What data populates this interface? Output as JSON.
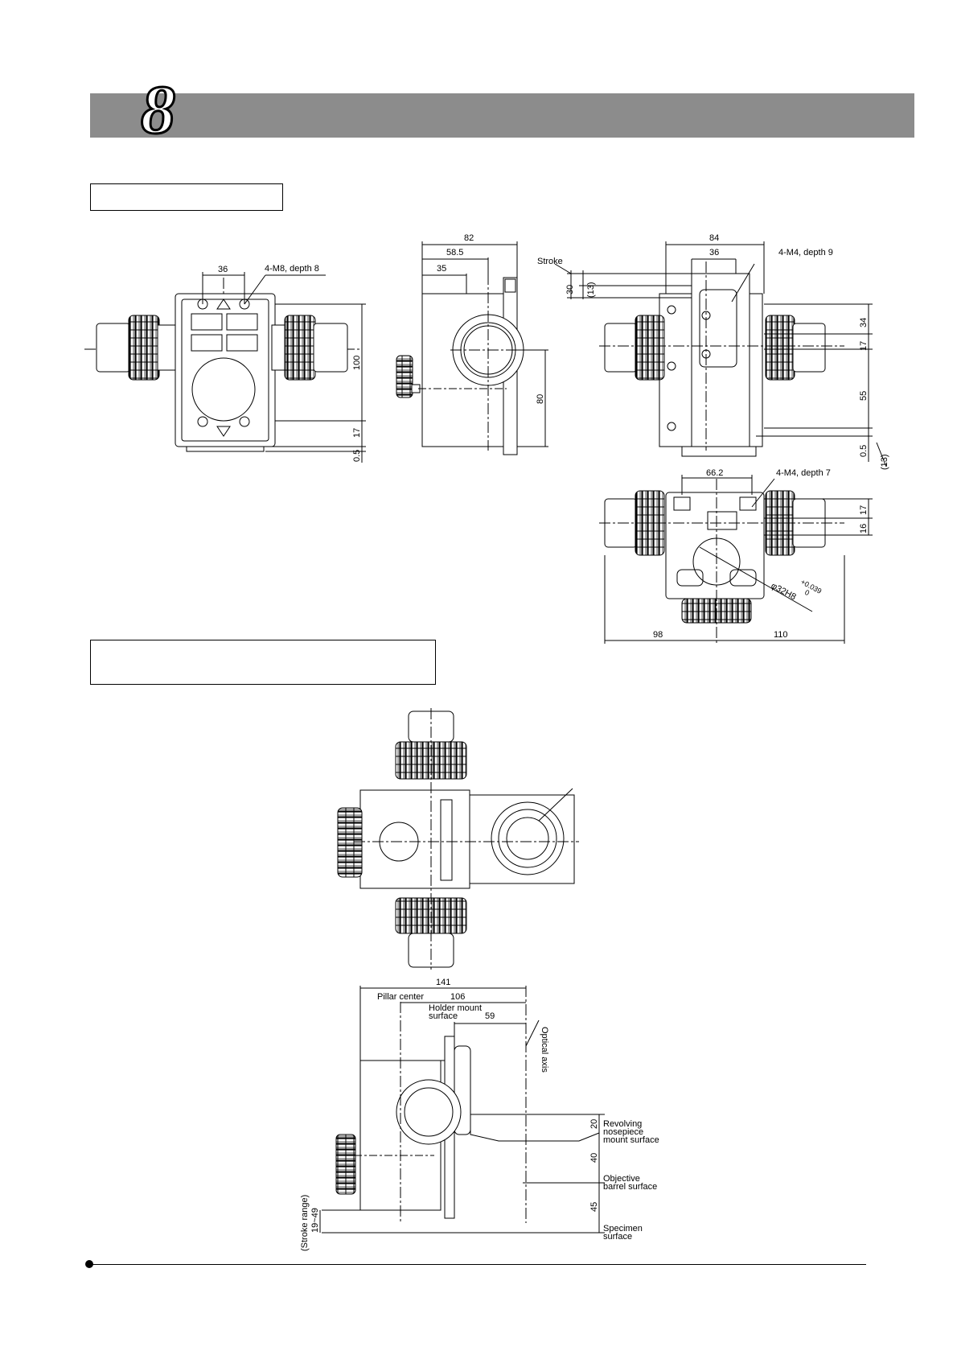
{
  "header": {
    "chapter_number": "8"
  },
  "view1": {
    "dim_top": "36",
    "hole_note": "4-M8, depth 8",
    "dim_height": "100",
    "dim_lower": "17",
    "dim_base": "0.5"
  },
  "view2": {
    "dim_overall": "82",
    "dim_mid": "58.5",
    "dim_inner": "35",
    "dim_height": "80"
  },
  "view3": {
    "dim_overall": "84",
    "dim_top": "36",
    "hole_note": "4-M4, depth 9",
    "stroke_label": "Stroke",
    "dim_stroke": "30",
    "dim_stroke_paren": "(13)",
    "dim_a": "34",
    "dim_b": "17",
    "dim_c": "55",
    "dim_d": "0.5",
    "dim_e": "(13)"
  },
  "view4": {
    "dim_top": "66.2",
    "hole_note": "4-M4, depth 7",
    "dim_a": "17",
    "dim_b": "16",
    "bore": "φ32H8",
    "tol_upper": "+0.039",
    "tol_lower": "0",
    "dim_left": "98",
    "dim_right": "110"
  },
  "view6": {
    "dim_overall": "141",
    "pillar_label": "Pillar center",
    "dim_pillar": "106",
    "holder_label_1": "Holder mount",
    "holder_label_2": "surface",
    "dim_holder": "59",
    "optical_axis": "Optical axis",
    "dim_20": "20",
    "dim_40": "40",
    "dim_45": "45",
    "label_revolving_1": "Revolving",
    "label_revolving_2": "nosepiece",
    "label_revolving_3": "mount surface",
    "label_objective_1": "Objective",
    "label_objective_2": "barrel surface",
    "label_specimen_1": "Specimen",
    "label_specimen_2": "surface",
    "stroke_range_1": "(Stroke range)",
    "stroke_range_2": "19~49"
  }
}
